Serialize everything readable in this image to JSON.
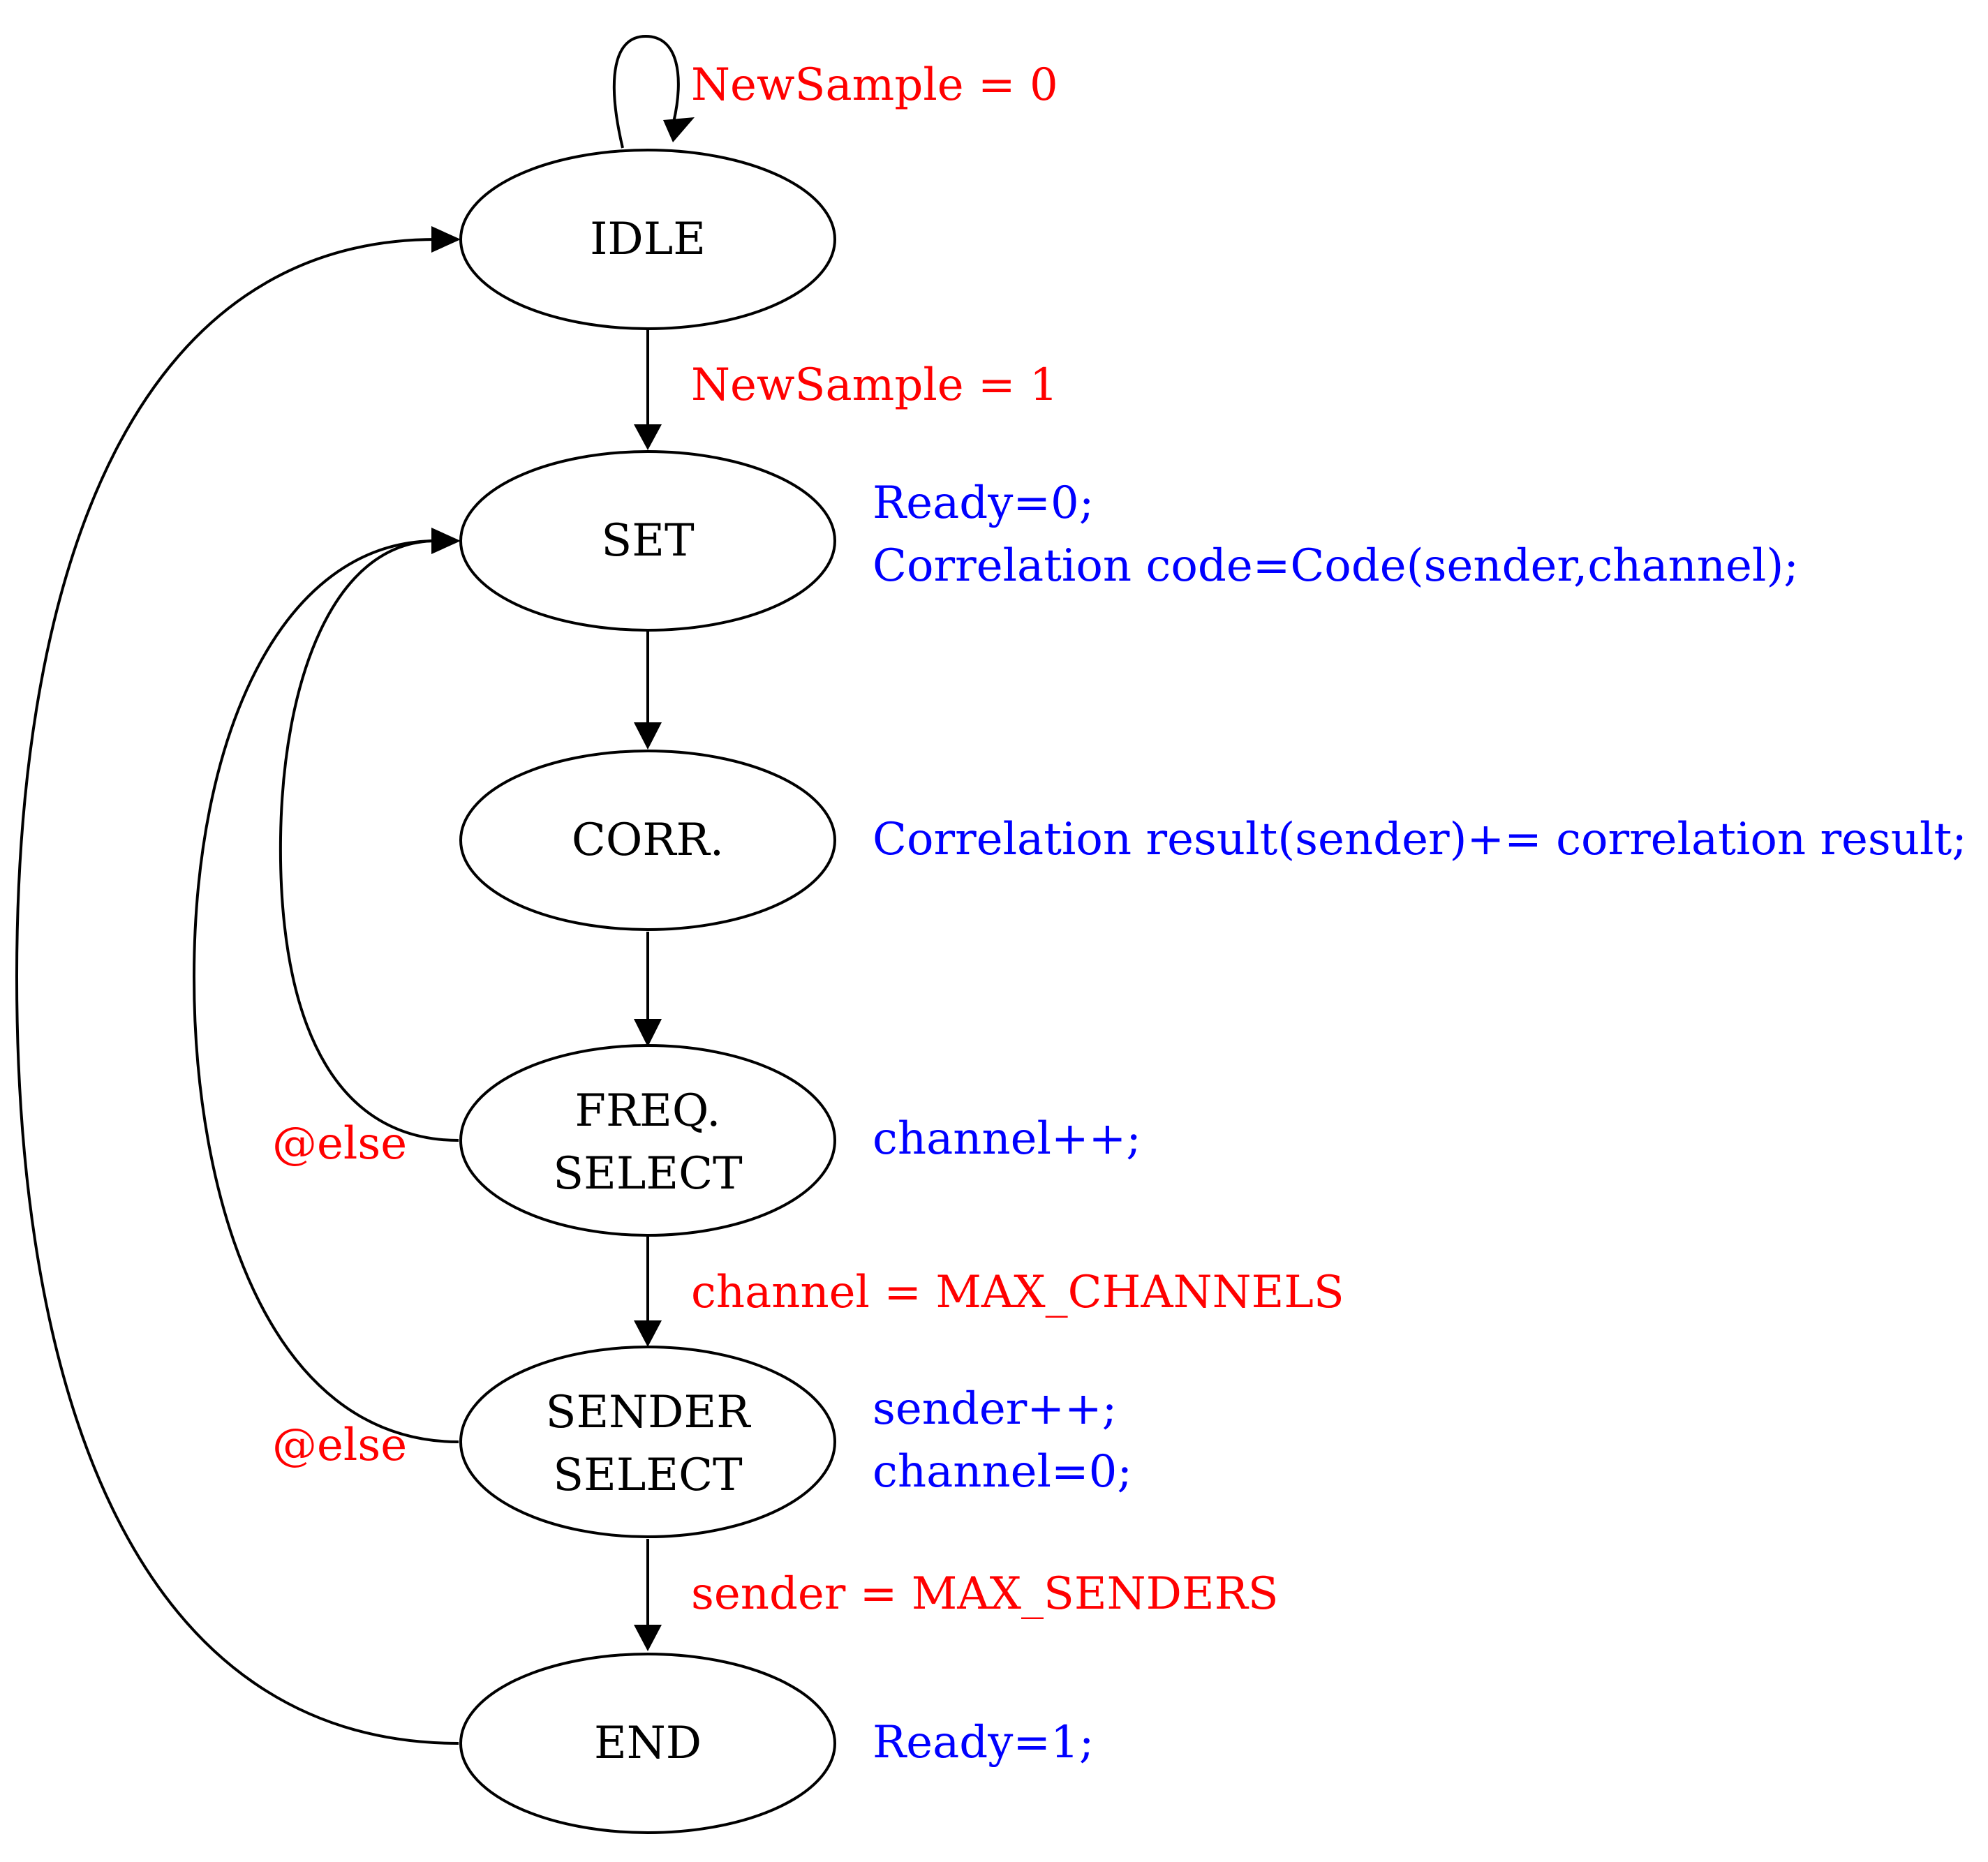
{
  "colors": {
    "line": "#000000",
    "condition": "#ff0000",
    "action": "#0000ff",
    "background": "#ffffff"
  },
  "states": [
    {
      "id": "idle",
      "lines": [
        "IDLE"
      ]
    },
    {
      "id": "set",
      "lines": [
        "SET"
      ]
    },
    {
      "id": "corr",
      "lines": [
        "CORR."
      ]
    },
    {
      "id": "freq",
      "lines": [
        "FREQ.",
        "SELECT"
      ]
    },
    {
      "id": "sender",
      "lines": [
        "SENDER",
        "SELECT"
      ]
    },
    {
      "id": "end",
      "lines": [
        "END"
      ]
    }
  ],
  "conditions": {
    "idle_self": "NewSample = 0",
    "idle_to_set": "NewSample = 1",
    "freq_to_sender": "channel = MAX_CHANNELS",
    "sender_to_end": "sender = MAX_SENDERS",
    "freq_else": "@else",
    "sender_else": "@else"
  },
  "actions": {
    "set": [
      "Ready=0;",
      "Correlation code=Code(sender,channel);"
    ],
    "corr": [
      "Correlation result(sender)+= correlation result;"
    ],
    "freq": [
      "channel++;"
    ],
    "sender": [
      "sender++;",
      "channel=0;"
    ],
    "end": [
      "Ready=1;"
    ]
  }
}
